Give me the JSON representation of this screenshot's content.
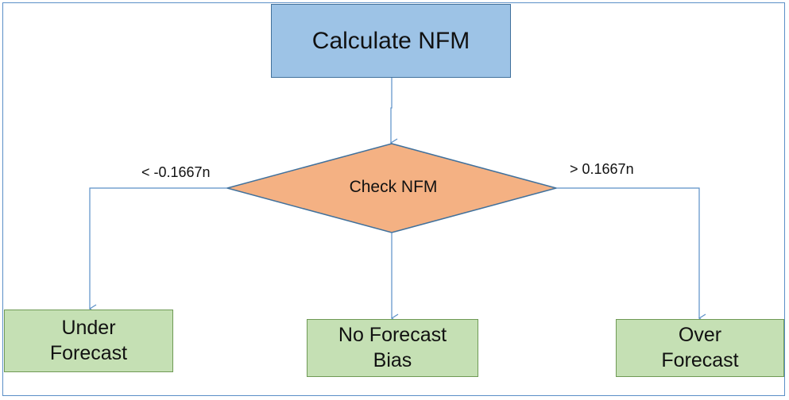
{
  "diagram": {
    "start_box": {
      "label": "Calculate NFM"
    },
    "decision": {
      "label": "Check NFM"
    },
    "edges": {
      "left_condition": "< -0.1667n",
      "right_condition": "> 0.1667n"
    },
    "outcomes": [
      {
        "line1": "Under",
        "line2": "Forecast"
      },
      {
        "line1": "No Forecast",
        "line2": "Bias"
      },
      {
        "line1": "Over",
        "line2": "Forecast"
      }
    ]
  },
  "colors": {
    "start_fill": "#9dc3e6",
    "decision_fill": "#f4b183",
    "outcome_fill": "#c5e0b4",
    "connector": "#5b8fc7"
  }
}
